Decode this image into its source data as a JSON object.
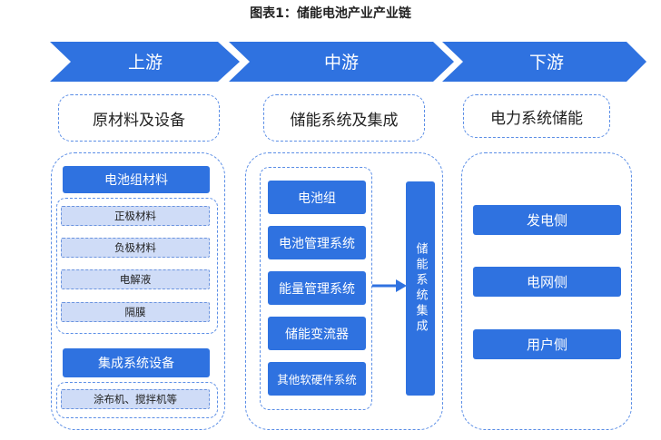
{
  "title": "图表1：储能电池产业产业链",
  "stages": [
    {
      "label": "上游"
    },
    {
      "label": "中游"
    },
    {
      "label": "下游"
    }
  ],
  "categories": {
    "upstream": "原材料及设备",
    "midstream": "储能系统及集成",
    "downstream": "电力系统储能"
  },
  "upstream": {
    "battery_materials": {
      "label": "电池组材料",
      "items": [
        "正极材料",
        "负极材料",
        "电解液",
        "隔膜"
      ]
    },
    "integration_equipment": {
      "label": "集成系统设备",
      "items": [
        "涂布机、搅拌机等"
      ]
    }
  },
  "midstream": {
    "items": [
      "电池组",
      "电池管理系统",
      "能量管理系统",
      "储能变流器",
      "其他软硬件系统"
    ],
    "result": "储能系统集成"
  },
  "downstream": {
    "items": [
      "发电侧",
      "电网侧",
      "用户侧"
    ]
  },
  "colors": {
    "chevron": "#2f72e0",
    "button": "#2f72e0",
    "light": "#cfdcf7",
    "dash": "#5b8ee6"
  }
}
